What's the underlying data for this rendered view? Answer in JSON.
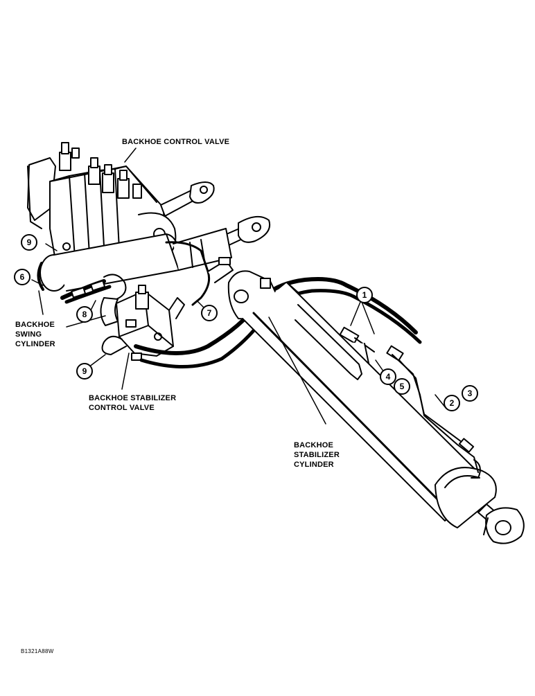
{
  "labels": {
    "control_valve": "BACKHOE CONTROL VALVE",
    "swing_cylinder": [
      "BACKHOE",
      "SWING",
      "CYLINDER"
    ],
    "stabilizer_control_valve": [
      "BACKHOE STABILIZER",
      "CONTROL VALVE"
    ],
    "stabilizer_cylinder": [
      "BACKHOE",
      "STABILIZER",
      "CYLINDER"
    ]
  },
  "callouts": [
    "1",
    "2",
    "3",
    "4",
    "5",
    "6",
    "7",
    "8",
    "9",
    "9"
  ],
  "figure_ref": "B1321A88W",
  "colors": {
    "ink": "#000000",
    "paper": "#ffffff"
  }
}
